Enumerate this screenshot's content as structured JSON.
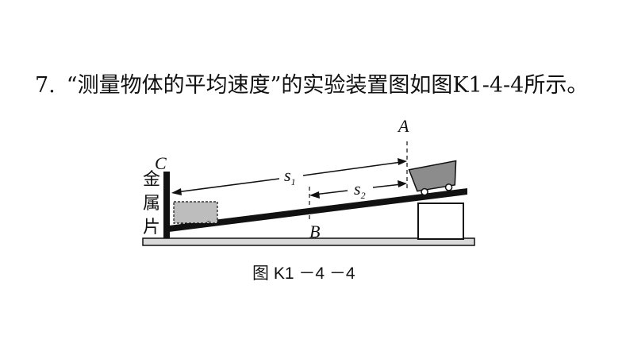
{
  "question": {
    "number": "7.",
    "text": "“测量物体的平均速度”的实验装置图如图K1-4-4所示。"
  },
  "figure": {
    "labels": {
      "A": "A",
      "B": "B",
      "C": "C",
      "s1_main": "s",
      "s1_sub": "1",
      "s2_main": "s",
      "s2_sub": "2"
    },
    "metal_plate_chars": [
      "金",
      "属",
      "片"
    ],
    "caption": "图 K1 －4 －4"
  }
}
